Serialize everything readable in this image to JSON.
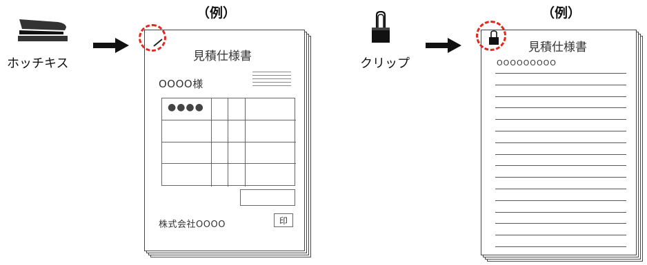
{
  "left": {
    "tool_label": "ホッチキス",
    "example_label": "（例）",
    "icon": "stapler-icon",
    "document": {
      "title": "見積仕様書",
      "recipient": "OOOO様",
      "table_cell": "●●●●",
      "company": "株式会社OOOO",
      "seal": "印"
    }
  },
  "right": {
    "tool_label": "クリップ",
    "example_label": "（例）",
    "icon": "binder-clip-icon",
    "document": {
      "title": "見積仕様書",
      "header_text": "OOOOOOOOO",
      "line_count": 16
    }
  },
  "colors": {
    "highlight": "#e0281e",
    "ink": "#111111"
  }
}
